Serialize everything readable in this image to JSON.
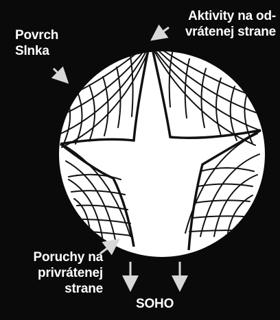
{
  "labels": {
    "far_side_activity": [
      "Aktivity na od-",
      "vrátenej strane"
    ],
    "sun_surface": [
      "Povrch",
      "Slnka"
    ],
    "near_side_disturbances": [
      "Poruchy na",
      "privrátenej",
      "strane"
    ],
    "soho": "SOHO"
  },
  "colors": {
    "background": "#0a0a0a",
    "sun_disk": "#ffffff",
    "grid_lines": "#111111",
    "arrows": "#d8d8d8",
    "text": "#ffffff"
  }
}
